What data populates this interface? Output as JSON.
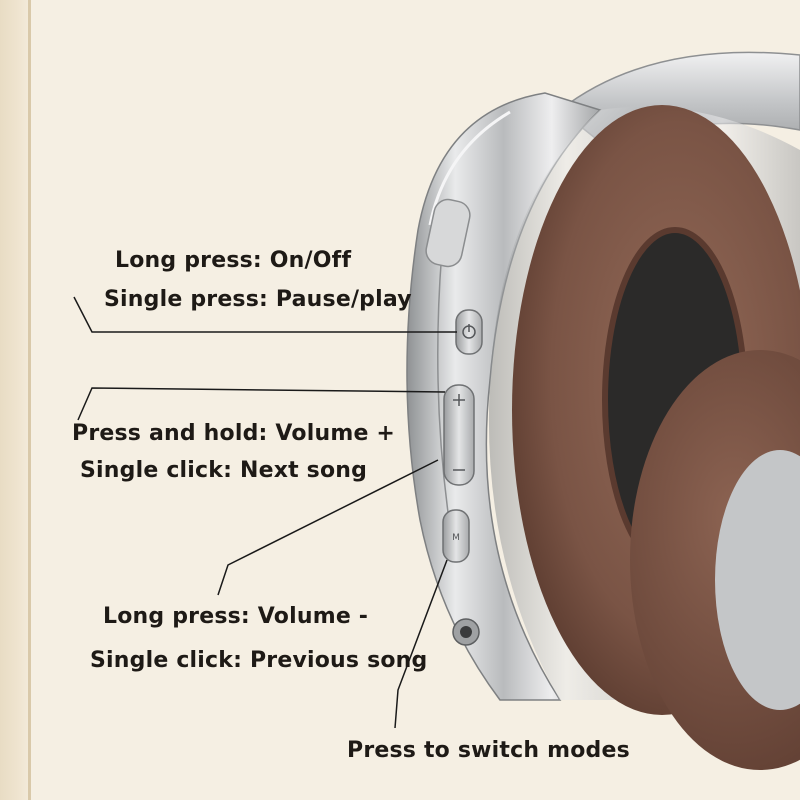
{
  "annotations": {
    "power_long": "Long press: On/Off",
    "power_single": "Single press: Pause/play",
    "volup_hold": "Press and hold: Volume +",
    "volup_single": "Single click: Next song",
    "voldown_long": "Long press: Volume -",
    "voldown_single": "Single click: Previous song",
    "mode_press": "Press to switch modes"
  },
  "colors": {
    "background": "#f5efe3",
    "cushion": "#7a5445",
    "shell": "#c9cbcd",
    "text": "#1e1a16"
  },
  "icons": {
    "power_button": "power-icon",
    "volume_up_button": "plus-icon",
    "volume_down_button": "minus-icon",
    "mode_button": "mode-icon",
    "aux_port": "audio-jack-icon"
  }
}
